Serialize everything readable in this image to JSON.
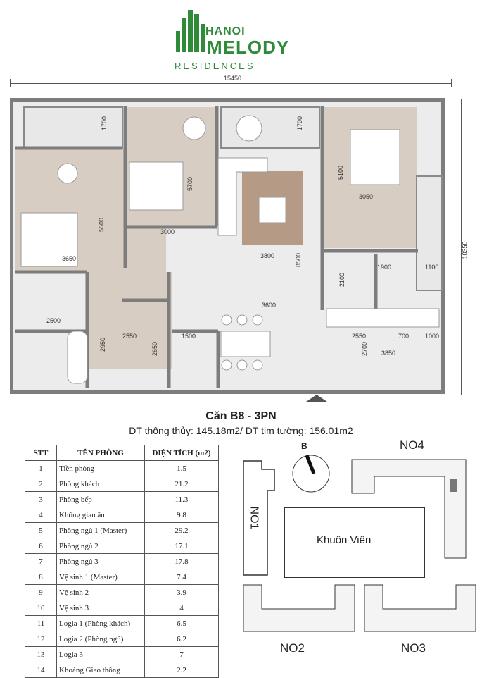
{
  "brand": {
    "top": "HANOI",
    "main": "MELODY",
    "sub": "RESIDENCES",
    "color": "#2f8a3a"
  },
  "plan": {
    "dims": {
      "overall_width": "15450",
      "overall_height": "10350",
      "d1700a": "1700",
      "d1700b": "1700",
      "d5500": "5500",
      "d5700": "5700",
      "d5100": "5100",
      "d3000": "3000",
      "d3050": "3050",
      "d3650": "3650",
      "d3800": "3800",
      "d8500": "8500",
      "d3600": "3600",
      "d2100": "2100",
      "d1900": "1900",
      "d1100": "1100",
      "d2500": "2500",
      "d2550a": "2550",
      "d2950": "2950",
      "d2650": "2650",
      "d1500": "1500",
      "d2550b": "2550",
      "d700": "700",
      "d1000": "1000",
      "d2700": "2700",
      "d3850": "3850"
    },
    "colors": {
      "wall": "#7d7d7d",
      "floor_wood": "#d8cdc3",
      "floor_tile": "#e3e3e3",
      "rug": "#b59b86"
    }
  },
  "apartment": {
    "title": "Căn B8 - 3PN",
    "subtitle": "DT thông thủy: 145.18m2/ DT tim tường: 156.01m2"
  },
  "table": {
    "headers": [
      "STT",
      "TÊN PHÒNG",
      "DIỆN TÍCH (m2)"
    ],
    "rows": [
      [
        "1",
        "Tiền phòng",
        "1.5"
      ],
      [
        "2",
        "Phòng khách",
        "21.2"
      ],
      [
        "3",
        "Phòng bếp",
        "11.3"
      ],
      [
        "4",
        "Không gian ăn",
        "9.8"
      ],
      [
        "5",
        "Phòng ngủ 1 (Master)",
        "29.2"
      ],
      [
        "6",
        "Phòng ngủ 2",
        "17.1"
      ],
      [
        "7",
        "Phòng ngủ 3",
        "17.8"
      ],
      [
        "8",
        "Vệ sinh 1 (Master)",
        "7.4"
      ],
      [
        "9",
        "Vệ sinh 2",
        "3.9"
      ],
      [
        "10",
        "Vệ sinh 3",
        "4"
      ],
      [
        "11",
        "Logia 1 (Phòng khách)",
        "6.5"
      ],
      [
        "12",
        "Logia 2 (Phòng ngủ)",
        "6.2"
      ],
      [
        "13",
        "Logia 3",
        "7"
      ],
      [
        "14",
        "Khoảng Giao thông",
        "2.2"
      ]
    ]
  },
  "site_plan": {
    "compass_label": "B",
    "no1": "NO1",
    "no2": "NO2",
    "no3": "NO3",
    "no4": "NO4",
    "courtyard": "Khuôn Viên"
  }
}
